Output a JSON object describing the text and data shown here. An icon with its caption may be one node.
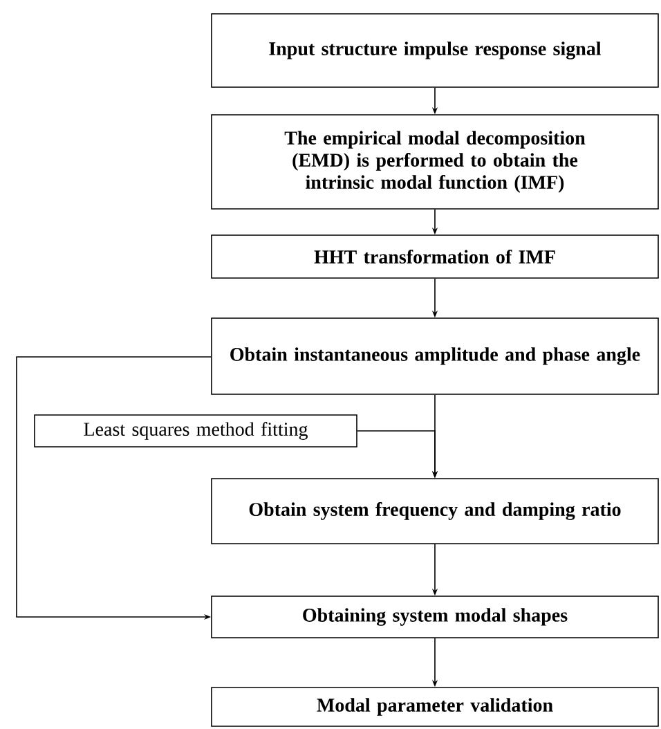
{
  "diagram": {
    "nodes": [
      {
        "text": [
          "Input structure impulse response signal"
        ]
      },
      {
        "text": [
          "The empirical modal decomposition (EMD) is performed to obtain the intrinsic modal function (IMF)"
        ]
      },
      {
        "text": [
          "HHT transformation of IMF"
        ]
      },
      {
        "text": [
          "Obtain instantaneous amplitude and phase angle"
        ]
      },
      {
        "text": [
          "Least squares method fitting"
        ]
      },
      {
        "text": [
          "Obtain system frequency and damping ratio"
        ]
      },
      {
        "text": [
          "Obtaining system modal shapes"
        ]
      },
      {
        "text": [
          "Modal parameter validation"
        ]
      }
    ],
    "edges": [
      {
        "from": 0,
        "to": 1,
        "arrow": "to"
      },
      {
        "from": 1,
        "to": 2,
        "arrow": "to"
      },
      {
        "from": 2,
        "to": 3,
        "arrow": "to"
      },
      {
        "from": 3,
        "to": 5,
        "arrow": "to"
      },
      {
        "from": 4,
        "to": 5,
        "arrow": "to"
      },
      {
        "from": 3,
        "to": 6,
        "arrow": "to"
      },
      {
        "from": 5,
        "to": 6,
        "arrow": "to"
      },
      {
        "from": 6,
        "to": 7,
        "arrow": "to"
      }
    ]
  }
}
